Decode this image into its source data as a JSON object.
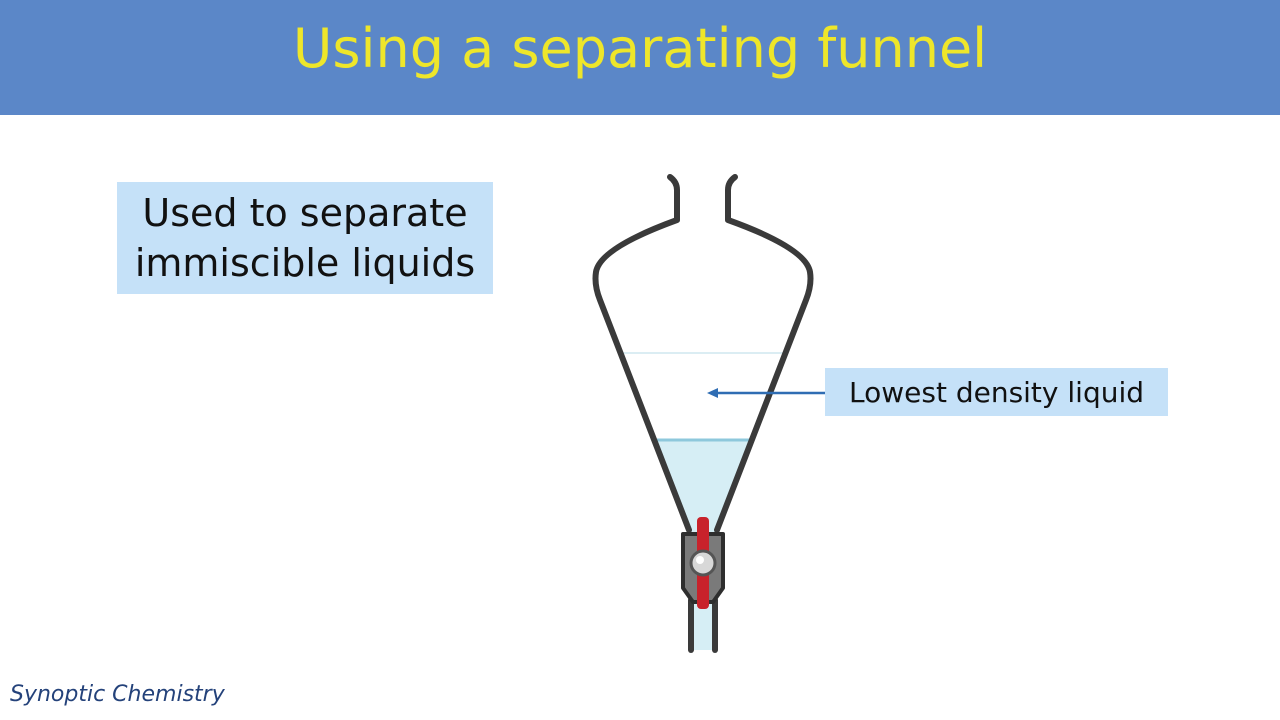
{
  "slide": {
    "title": "Using a separating funnel",
    "info_lines": [
      "Used to separate",
      "immiscible liquids"
    ],
    "label": "Lowest density liquid",
    "footer": "Synoptic Chemistry"
  },
  "colors": {
    "banner": "#5b87c8",
    "title": "#eee62a",
    "box": "#c5e1f8",
    "funnel_outline": "#3a3a3a",
    "upper_liquid": "#ffffff",
    "lower_liquid": "#d6eef5",
    "interface_line": "#8ec8dc",
    "tap_handle": "#c8222b",
    "arrow": "#2f6db3",
    "footer": "#24427a"
  },
  "icons": {
    "funnel": "separating-funnel-icon",
    "tap": "stopcock-icon",
    "arrow": "arrow-left-icon"
  }
}
